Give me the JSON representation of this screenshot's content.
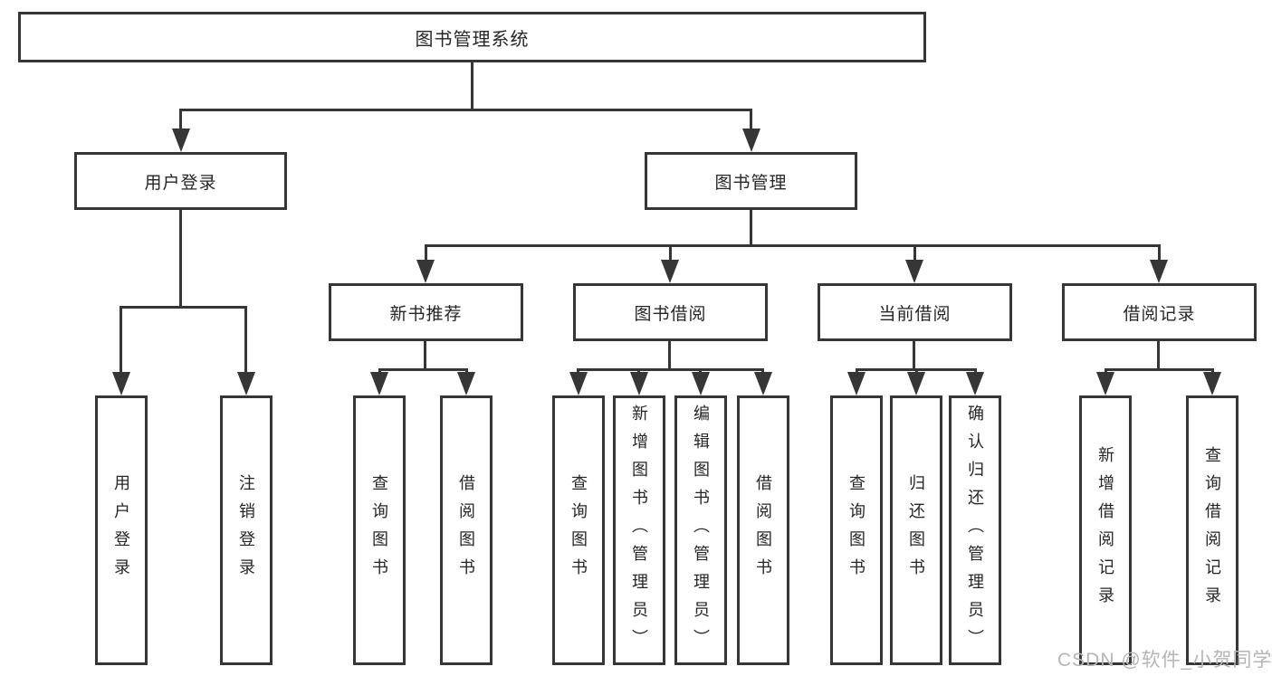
{
  "diagram": {
    "root": {
      "label": "图书管理系统"
    },
    "level2": [
      {
        "label": "用户登录"
      },
      {
        "label": "图书管理"
      }
    ],
    "level3": [
      {
        "label": "新书推荐"
      },
      {
        "label": "图书借阅"
      },
      {
        "label": "当前借阅"
      },
      {
        "label": "借阅记录"
      }
    ],
    "leaves": [
      {
        "label": "用户登录"
      },
      {
        "label": "注销登录"
      },
      {
        "label": "查询图书"
      },
      {
        "label": "借阅图书"
      },
      {
        "label": "查询图书"
      },
      {
        "label": "新增图书（管理员）"
      },
      {
        "label": "编辑图书（管理员）"
      },
      {
        "label": "借阅图书"
      },
      {
        "label": "查询图书"
      },
      {
        "label": "归还图书"
      },
      {
        "label": "确认归还（管理员）"
      },
      {
        "label": "新增借阅记录"
      },
      {
        "label": "查询借阅记录"
      }
    ]
  },
  "watermark": "CSDN @软件_小贺同学",
  "colors": {
    "line": "#363636",
    "text": "#262626",
    "watermark": "#b5b5b5",
    "background": "#ffffff"
  }
}
